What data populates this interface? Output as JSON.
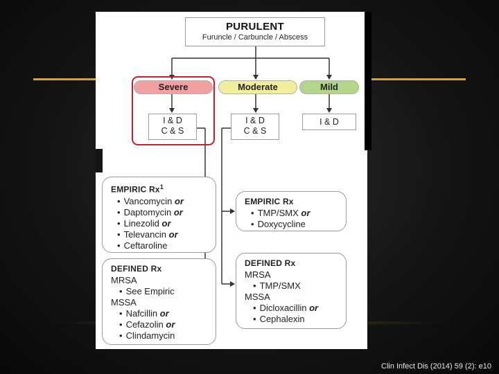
{
  "title": {
    "main": "PURULENT",
    "sub": "Furuncle / Carbuncle / Abscess"
  },
  "severity": {
    "severe": "Severe",
    "moderate": "Moderate",
    "mild": "Mild"
  },
  "procedures": {
    "severe": [
      "I & D",
      "C & S"
    ],
    "moderate": [
      "I & D",
      "C & S"
    ],
    "mild": [
      "I & D"
    ]
  },
  "empiric_severe": {
    "heading": "EMPIRIC Rx",
    "superscript": "1",
    "items": [
      {
        "drug": "Vancomycin",
        "conj": "or"
      },
      {
        "drug": "Daptomycin",
        "conj": "or"
      },
      {
        "drug": "Linezolid",
        "conj": "or"
      },
      {
        "drug": "Televancin",
        "conj": "or"
      },
      {
        "drug": "Ceftaroline",
        "conj": ""
      }
    ]
  },
  "empiric_moderate": {
    "heading": "EMPIRIC Rx",
    "items": [
      {
        "drug": "TMP/SMX",
        "conj": "or"
      },
      {
        "drug": "Doxycycline",
        "conj": ""
      }
    ]
  },
  "defined_severe": {
    "heading": "DEFINED Rx",
    "mrsa_label": "MRSA",
    "mrsa_items": [
      {
        "drug": "See Empiric",
        "conj": ""
      }
    ],
    "mssa_label": "MSSA",
    "mssa_items": [
      {
        "drug": "Nafcillin",
        "conj": "or"
      },
      {
        "drug": "Cefazolin",
        "conj": "or"
      },
      {
        "drug": "Clindamycin",
        "conj": ""
      }
    ]
  },
  "defined_moderate": {
    "heading": "DEFINED Rx",
    "mrsa_label": "MRSA",
    "mrsa_items": [
      {
        "drug": "TMP/SMX",
        "conj": ""
      }
    ],
    "mssa_label": "MSSA",
    "mssa_items": [
      {
        "drug": "Dicloxacillin",
        "conj": "or"
      },
      {
        "drug": "Cephalexin",
        "conj": ""
      }
    ]
  },
  "bullet_glyph": "•",
  "citation": "Clin Infect Dis (2014) 59 (2): e10",
  "colors": {
    "severe": "#f2a1a3",
    "moderate": "#f1ef9e",
    "mild": "#b3d68c",
    "highlight": "#c01f2c",
    "accent_line": "#e0a21c"
  }
}
